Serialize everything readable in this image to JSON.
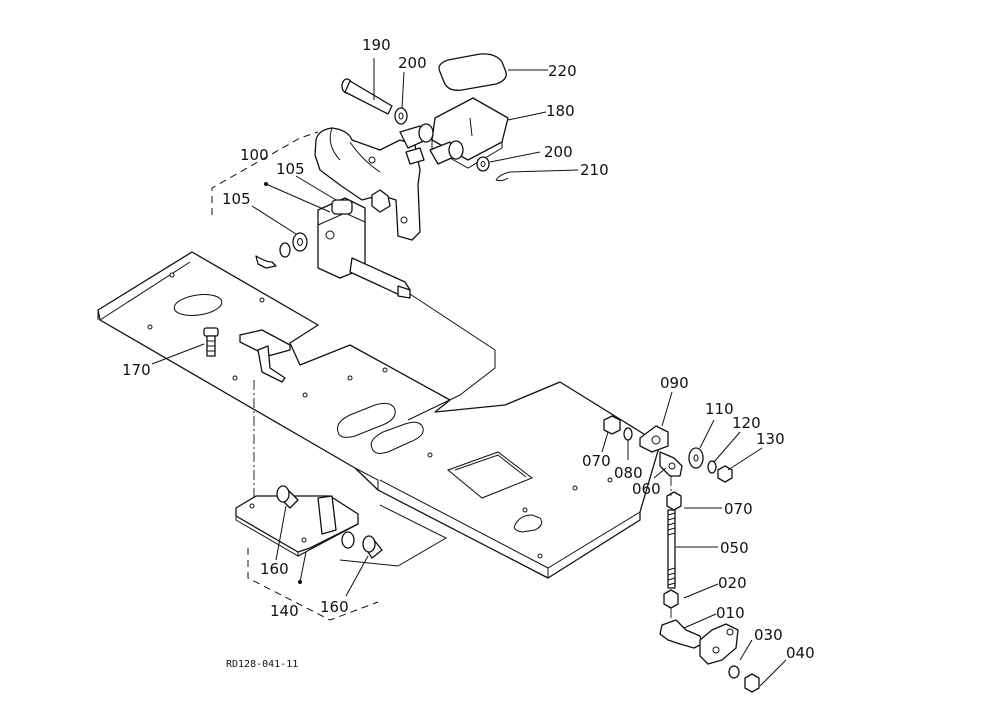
{
  "drawing_code": "RD128-041-11",
  "callouts": {
    "p190": "190",
    "p200a": "200",
    "p220": "220",
    "p180": "180",
    "p200b": "200",
    "p210": "210",
    "p100": "100",
    "p105a": "105",
    "p105b": "105",
    "p170": "170",
    "p090": "090",
    "p110": "110",
    "p120": "120",
    "p130": "130",
    "p070a": "070",
    "p080": "080",
    "p060": "060",
    "p070b": "070",
    "p050": "050",
    "p020": "020",
    "p010": "010",
    "p030": "030",
    "p040": "040",
    "p160a": "160",
    "p160b": "160",
    "p140": "140"
  }
}
